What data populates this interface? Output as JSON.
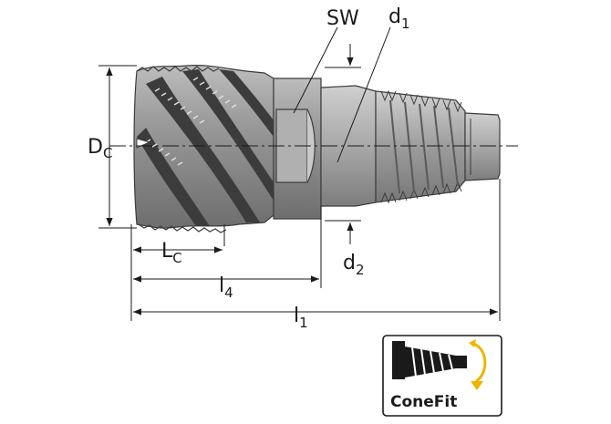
{
  "labels": {
    "SW": "SW",
    "d1": {
      "main": "d",
      "sub": "1"
    },
    "Dc": {
      "main": "D",
      "sub": "C"
    },
    "Lc": {
      "main": "L",
      "sub": "C"
    },
    "l4": {
      "main": "l",
      "sub": "4"
    },
    "l1": {
      "main": "l",
      "sub": "1"
    },
    "d2": {
      "main": "d",
      "sub": "2"
    }
  },
  "logo": {
    "text": "ConeFit",
    "icon": "conefit-rotation-icon",
    "arrow_color": "#f0b400"
  },
  "colors": {
    "tool_body": "#8c8c8c",
    "tool_dark": "#3c3c3c",
    "neck": "#a9a9a9",
    "line": "#1a1a1a"
  }
}
